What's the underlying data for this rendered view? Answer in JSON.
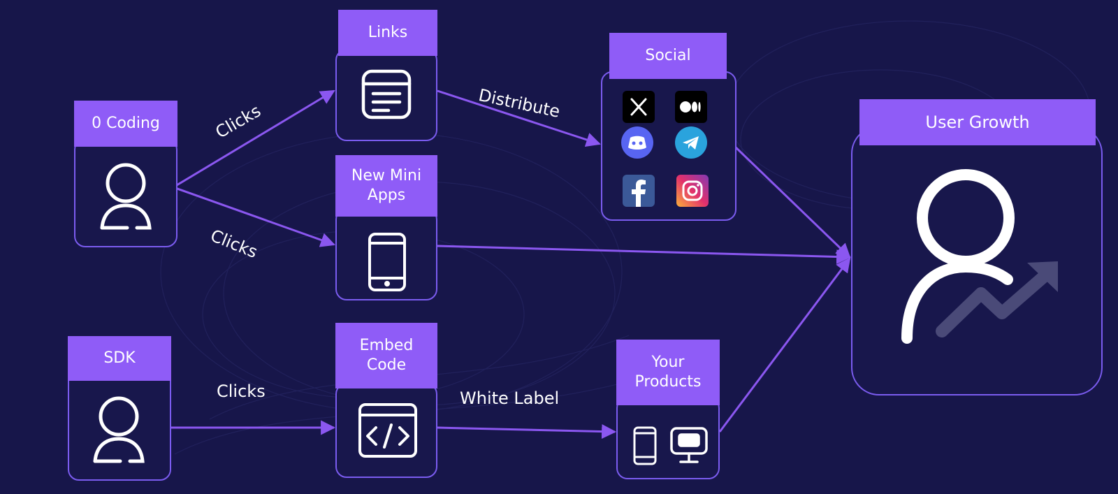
{
  "nodes": {
    "zero_coding": {
      "label": "0 Coding",
      "icon": "user-icon"
    },
    "sdk": {
      "label": "SDK",
      "icon": "user-icon"
    },
    "links": {
      "label": "Links",
      "icon": "browser-window-icon"
    },
    "mini_apps": {
      "label": "New Mini\nApps",
      "icon": "smartphone-icon"
    },
    "embed_code": {
      "label": "Embed\nCode",
      "icon": "code-window-icon"
    },
    "social": {
      "label": "Social",
      "platforms": [
        "x-icon",
        "medium-icon",
        "discord-icon",
        "telegram-icon",
        "facebook-icon",
        "instagram-icon"
      ]
    },
    "your_products": {
      "label": "Your\nProducts",
      "icons": [
        "smartphone-icon",
        "monitor-icon"
      ]
    },
    "user_growth": {
      "label": "User Growth",
      "icon": "user-growth-icon"
    }
  },
  "edges": {
    "clicks_to_links": "Clicks",
    "clicks_to_mini_apps": "Clicks",
    "clicks_to_embed": "Clicks",
    "distribute": "Distribute",
    "white_label": "White Label"
  },
  "colors": {
    "background": "#17164a",
    "accent": "#8f5cf7",
    "card_border": "#7b5cf0",
    "arrow": "#8b57f0"
  }
}
